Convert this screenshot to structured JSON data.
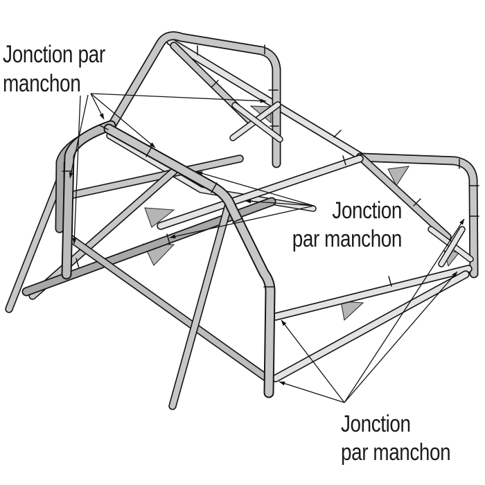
{
  "page": {
    "background": "#ffffff"
  },
  "diagram": {
    "subject": "roll-cage tube frame with sleeve junctions",
    "ink_color": "#161616",
    "tube_color": "#c7c7c7",
    "tube_light_color": "#e3e3e3",
    "tube_dark_color": "#a8a8a8",
    "labels": {
      "top_left": {
        "line1": "Jonction par",
        "line2": "manchon"
      },
      "middle": {
        "line1": "Jonction",
        "line2": "par manchon"
      },
      "bottom": {
        "line1": "Jonction",
        "line2": "par manchon"
      }
    }
  }
}
